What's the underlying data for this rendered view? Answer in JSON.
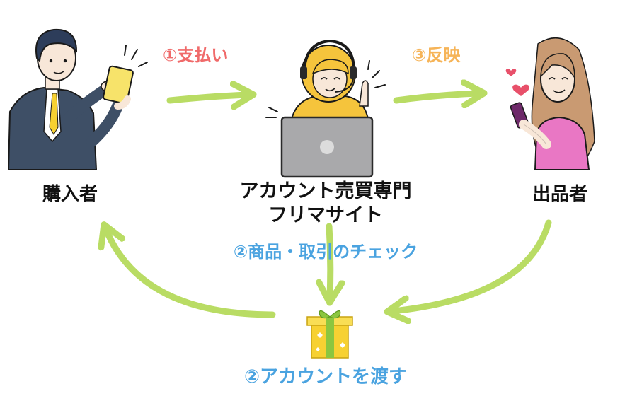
{
  "colors": {
    "arrow": "#b9dc64",
    "step_pay": "#f06a6a",
    "step_reflect": "#f6b458",
    "step_check": "#4aa3e0",
    "step_deliver": "#4aa3e0",
    "gift": "#f7d132",
    "ribbon": "#8cc63f",
    "headset_person_hair": "#f5c43c",
    "buyer_suit": "#3e4f66",
    "seller_dress": "#e977c4",
    "laptop": "#a9a9ab"
  },
  "nodes": {
    "buyer": {
      "label": "購入者",
      "icon": "man-with-phone-icon"
    },
    "site": {
      "label_line1": "アカウント売買専門",
      "label_line2": "フリマサイト",
      "icon": "operator-with-laptop-icon"
    },
    "seller": {
      "label": "出品者",
      "icon": "woman-with-phone-icon"
    },
    "gift": {
      "icon": "gift-box-icon"
    }
  },
  "steps": {
    "pay": "①支払い",
    "reflect": "③反映",
    "check": "②商品・取引のチェック",
    "deliver": "②アカウントを渡す"
  }
}
